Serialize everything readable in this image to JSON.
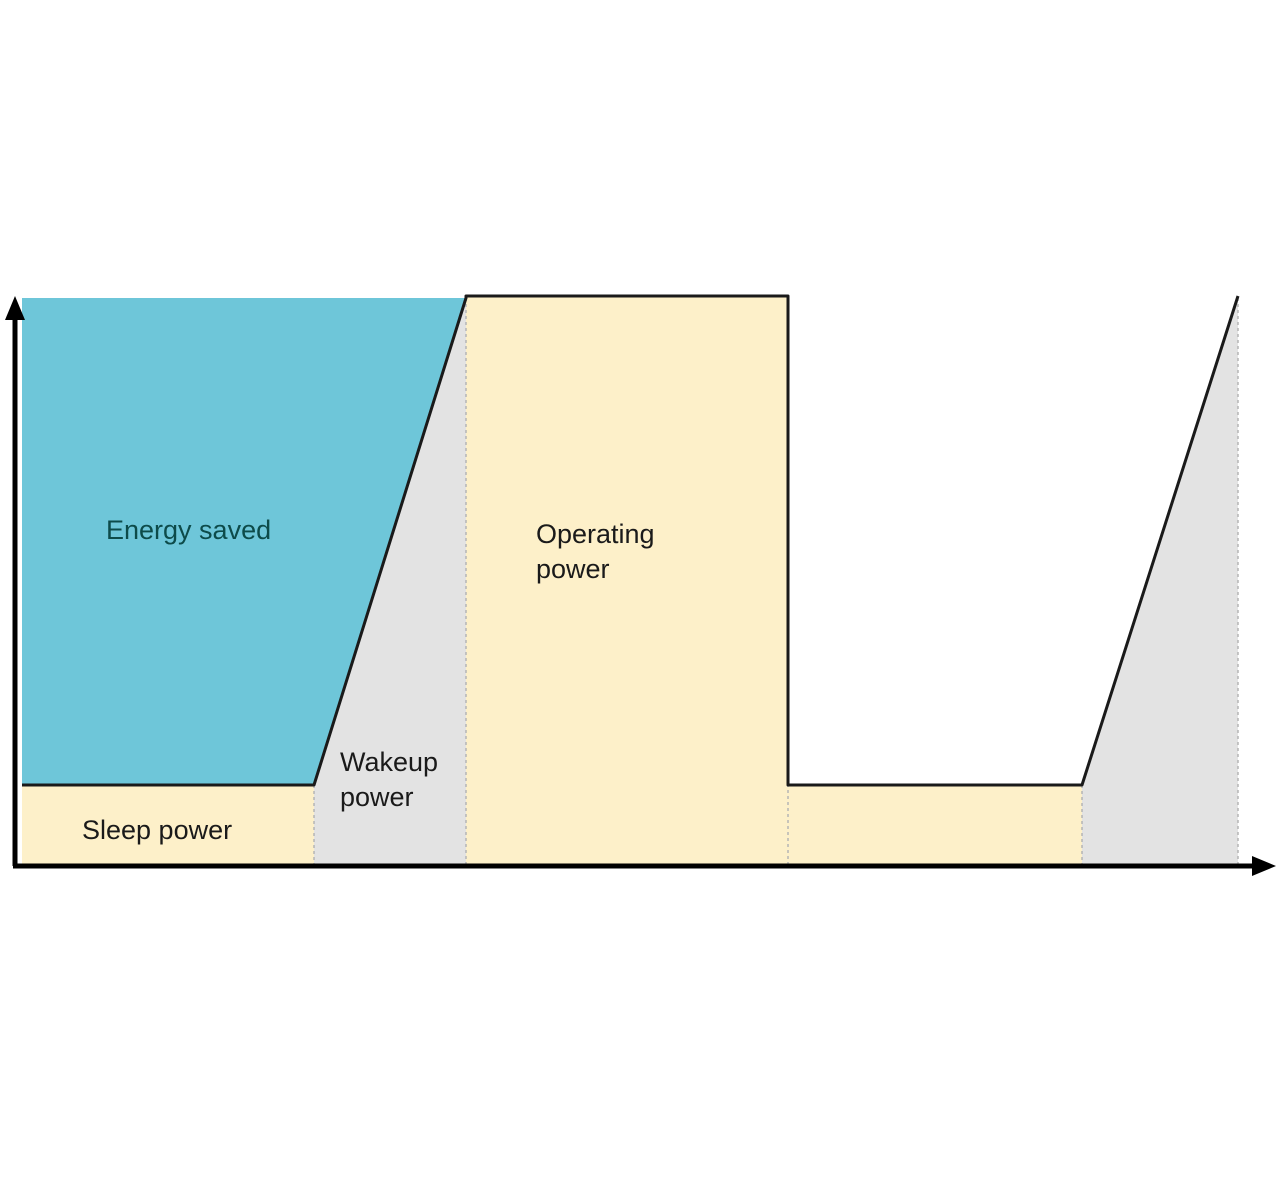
{
  "labels": {
    "energy_saved": "Energy saved",
    "operating_power_line1": "Operating",
    "operating_power_line2": "power",
    "wakeup_power_line1": "Wakeup",
    "wakeup_power_line2": "power",
    "sleep_power": "Sleep power"
  },
  "colors": {
    "energy_saved_fill": "#6ec6d9",
    "sleep_power_fill": "#fdf0c9",
    "operating_power_fill": "#fdf0c9",
    "wakeup_power_fill": "#e3e3e3",
    "outline": "#1a1a1a",
    "axis": "#000000",
    "divider": "#b5b5b5"
  }
}
